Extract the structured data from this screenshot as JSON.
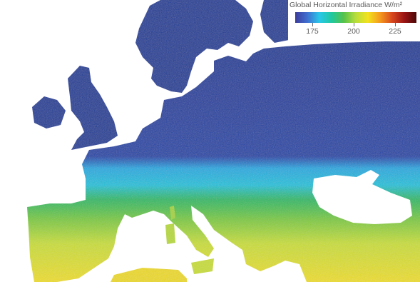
{
  "legend": {
    "title": "Global Horizontal Irradiance W/m²",
    "tick_labels": [
      "175",
      "200",
      "225"
    ],
    "scale_colors": [
      "#3c3c9c",
      "#3f6fd0",
      "#29c7e8",
      "#1fc8a0",
      "#55c24a",
      "#b8dd3a",
      "#f2e21e",
      "#f59a1e",
      "#d8481e",
      "#9a1414",
      "#4a0808"
    ]
  },
  "map": {
    "region": "Europe",
    "colors": {
      "sea": "#ffffff",
      "north_low": "#1e3c96",
      "band_cyan": "#18b9e6",
      "band_green": "#30b860",
      "band_lime": "#a8d63a",
      "south_yellow": "#e8e028"
    }
  }
}
